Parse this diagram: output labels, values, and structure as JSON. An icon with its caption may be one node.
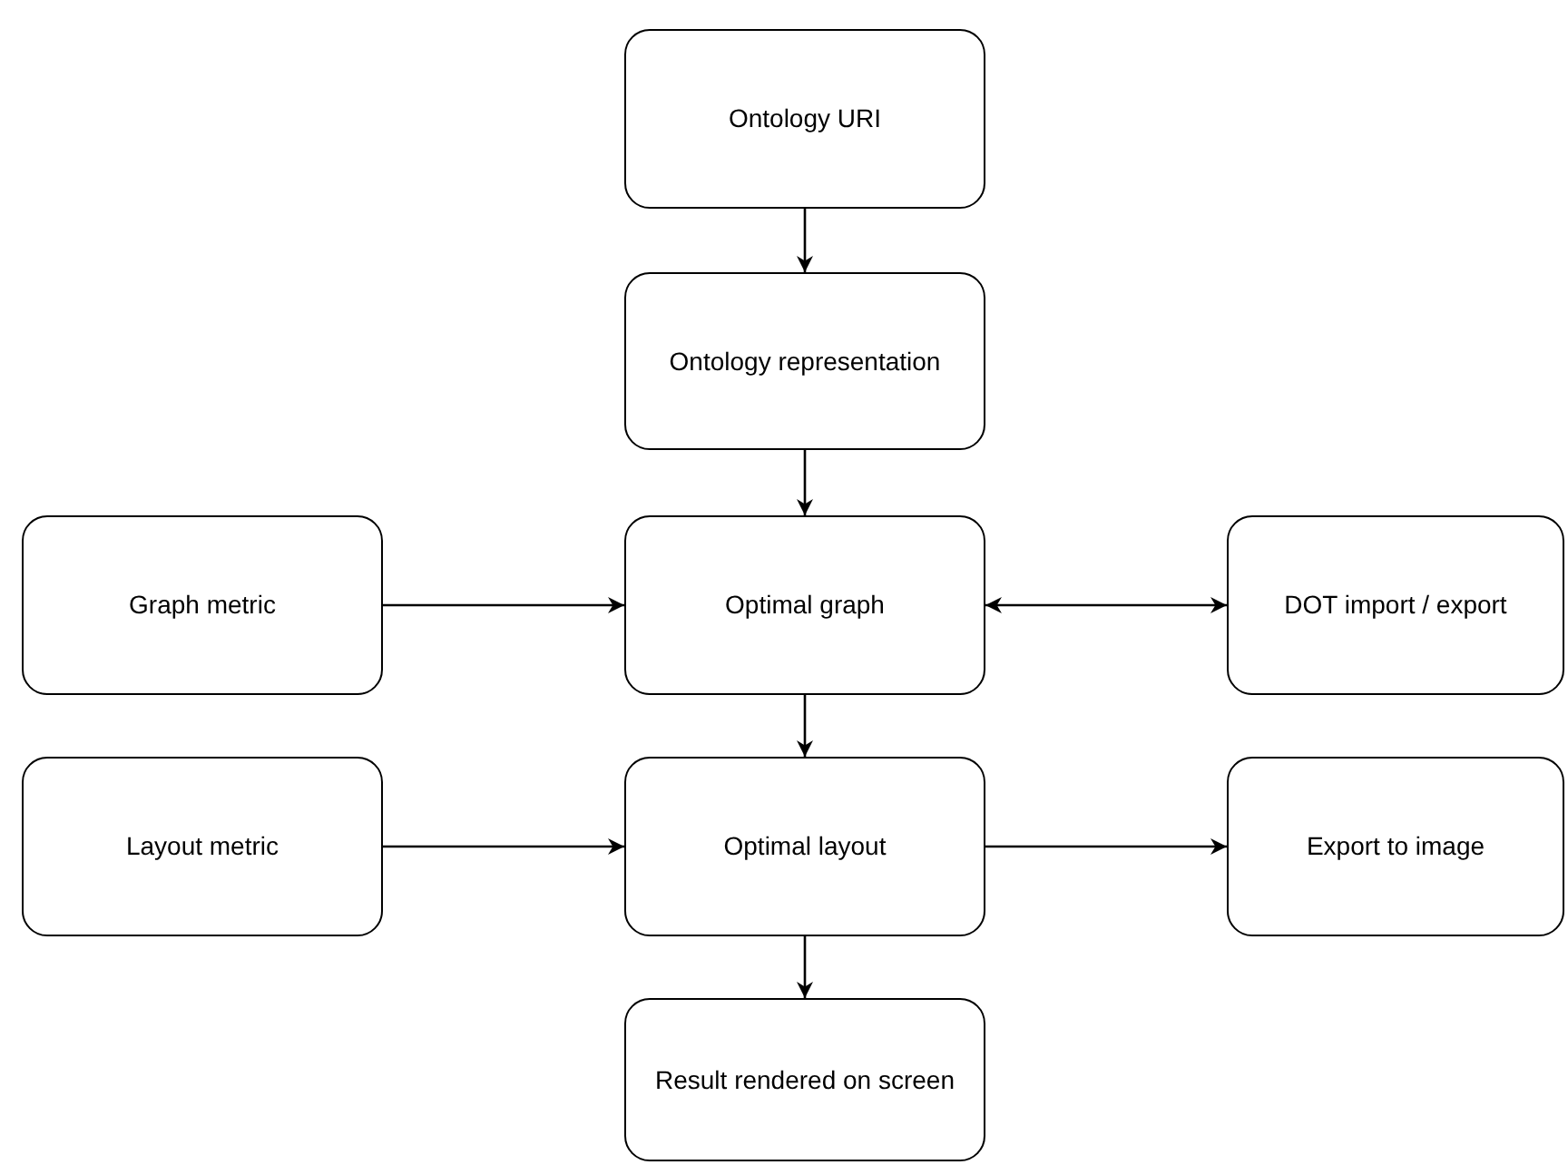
{
  "diagram": {
    "nodes": [
      {
        "text": [
          "Ontology URI"
        ]
      },
      {
        "text": [
          "Ontology representation"
        ]
      },
      {
        "text": [
          "Graph metric"
        ]
      },
      {
        "text": [
          "Optimal graph"
        ]
      },
      {
        "text": [
          "DOT import / export"
        ]
      },
      {
        "text": [
          "Layout metric"
        ]
      },
      {
        "text": [
          "Optimal layout"
        ]
      },
      {
        "text": [
          "Export to image"
        ]
      },
      {
        "text": [
          "Result rendered on screen"
        ]
      }
    ],
    "edges": [
      {
        "from": 0,
        "to": 1,
        "arrow": "to"
      },
      {
        "from": 1,
        "to": 3,
        "arrow": "to"
      },
      {
        "from": 2,
        "to": 3,
        "arrow": "to"
      },
      {
        "from": 3,
        "to": 4,
        "arrow": "both"
      },
      {
        "from": 3,
        "to": 6,
        "arrow": "to"
      },
      {
        "from": 5,
        "to": 6,
        "arrow": "to"
      },
      {
        "from": 6,
        "to": 7,
        "arrow": "to"
      },
      {
        "from": 6,
        "to": 8,
        "arrow": "to"
      }
    ]
  }
}
